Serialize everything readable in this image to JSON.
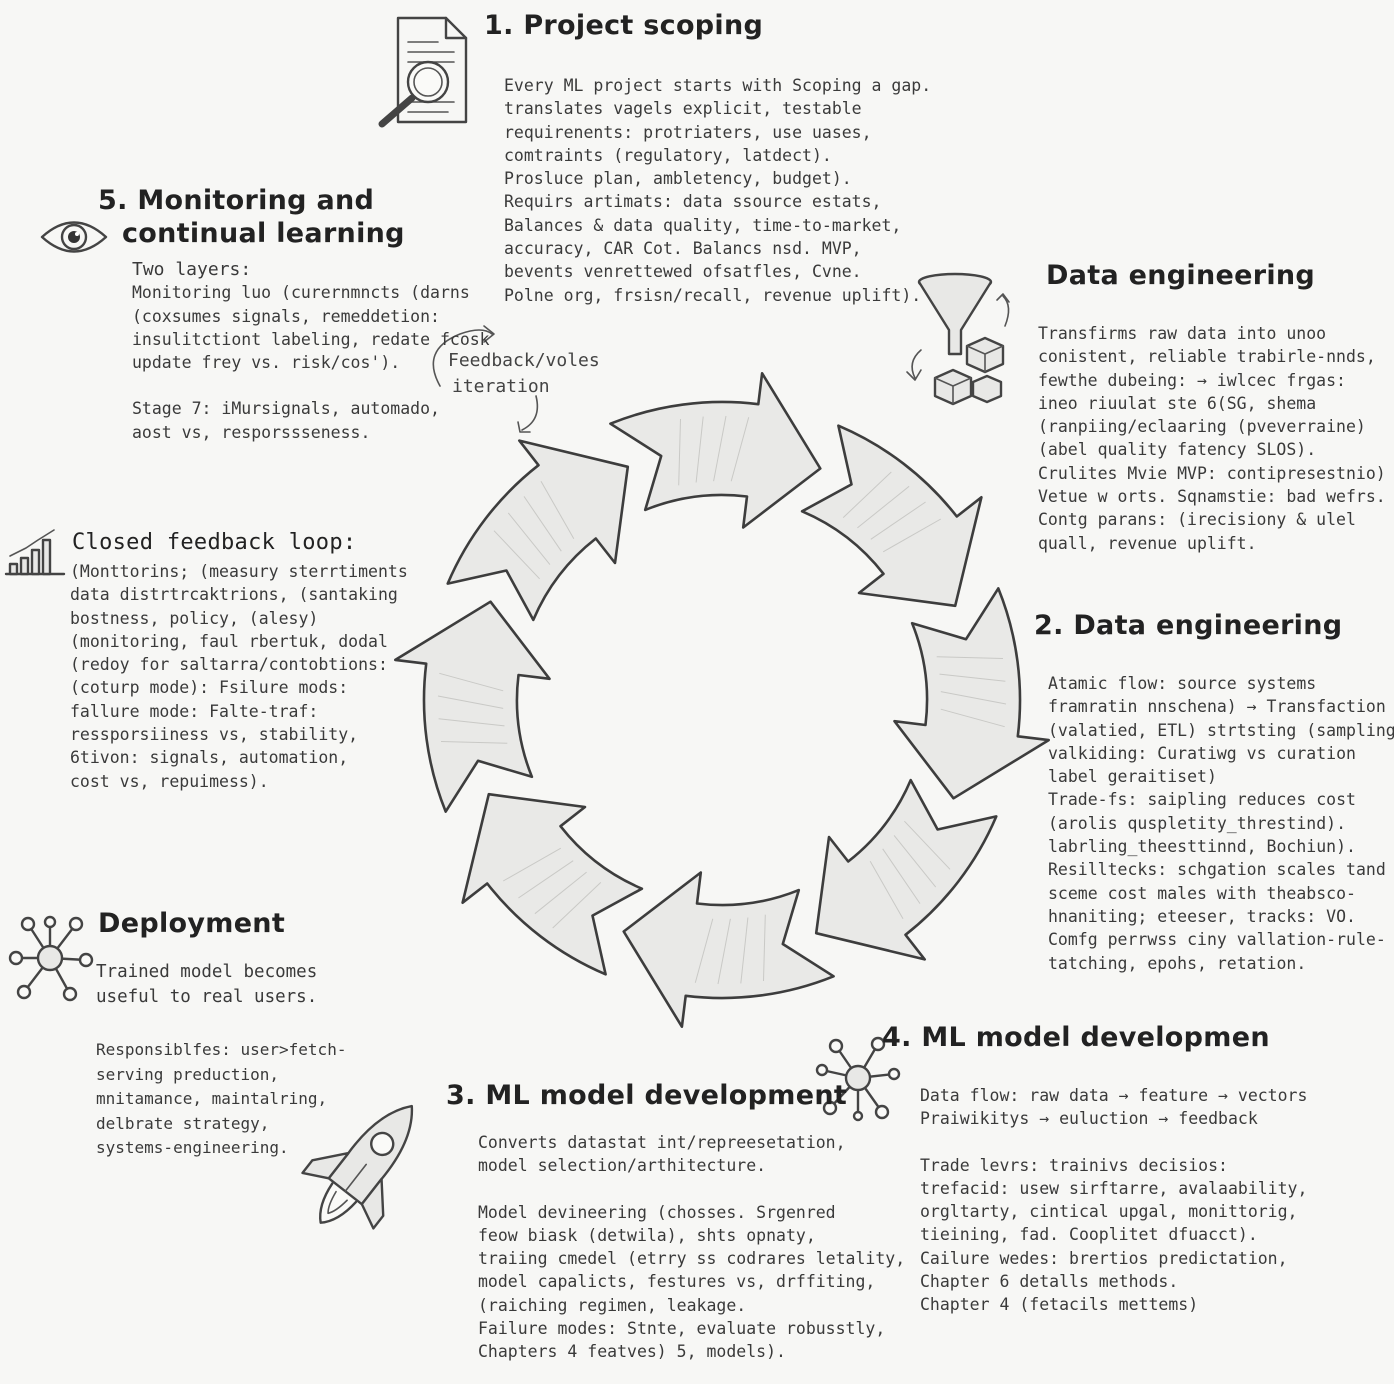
{
  "sections": {
    "project_scoping": {
      "title": "1. Project scoping",
      "lines": [
        "Every ML project starts with Scoping a gap.",
        "translates vagels explicit, testable",
        "requirenents: protriaters, use uases,",
        "comtraints (regulatory, latdect).",
        "Prosluce plan, ambletency, budget).",
        "Requirs artimats: data ssource estats,",
        "Balances & data quality, time-to-market,",
        "accuracy, CAR Cot. Balancs nsd. MVP,",
        "bevents venrettewed ofsatfles, Cvne.",
        "Polne org, frsisn/recall, revenue uplift)."
      ]
    },
    "data_engineering_top": {
      "title": "Data engineering",
      "lines": [
        "Transfirms raw data into unoo",
        "conistent, reliable trabirle-nnds,",
        "fewthe dubeing: → iwlcec frgas:",
        "ineo riuulat ste 6(SG, shema",
        "(ranpiing/eclaaring (pveverraine)",
        "(abel quality fatency SLOS).",
        "Crulites Mvie MVP: contipresestnio)",
        "Vetue w orts. Sqnamstie: bad wefrs.",
        "Contg parans: (irecisiony & ulel",
        "quall, revenue uplift."
      ]
    },
    "data_engineering_2": {
      "title": "2. Data engineering",
      "lines": [
        "Atamic flow: source systems",
        "framratin nnschena) → Transfaction",
        "(valatied, ETL) strtsting (sampling,",
        "valkiding: Curatiwg vs curation",
        "label geraitiset)",
        "Trade-fs: saipling reduces cost",
        "(arolis quspletity_threstind).",
        "labrling_theesttinnd, Bochiun).",
        "Resilltecks: schgation scales tand",
        "sceme cost males with theabsco-",
        "hnaniting; eteeser, tracks: VO.",
        "Comfg perrwss ciny vallation-rule-",
        "tatching, epohs, retation."
      ]
    },
    "ml_model_dev_4": {
      "title": "4. ML model developmen",
      "lines": [
        "Data flow: raw data → feature → vectors",
        "Praiwikitys → euluction → feedback",
        "",
        "Trade levrs: trainivs decisios:",
        "trefacid: usew sirftarre, avalaability,",
        "orgltarty, cintical upgal, monittorig,",
        "tieining, fad. Cooplitet dfuacct).",
        "Cailure wedes: brertios predictation,",
        "Chapter 6 detalls methods.",
        "Chapter 4 (fetacils mettems)"
      ]
    },
    "ml_model_dev_3": {
      "title": "3. ML model development",
      "lines": [
        "Converts datastat int/repreesetation,",
        "model selection/arthitecture.",
        "",
        "Model devineering (chosses. Srgenred",
        "feow biask (detwila), shts opnaty,",
        "traiing cmedel (etrry ss codrares letality,",
        "model capalicts, festures vs, drffiting,",
        "(raiching regimen, leakage.",
        "Failure modes: Stnte, evaluate robusstly,",
        "Chapters 4 featves) 5, models)."
      ]
    },
    "deployment": {
      "title": "Deployment",
      "lines": [
        "Trained model becomes",
        "useful to real users.",
        "",
        "Responsiblfes: user>fetch-",
        "serving preduction,",
        "mnitamance, maintalring,",
        "delbrate strategy,",
        "systems-engineering."
      ]
    },
    "closed_feedback": {
      "title": "Closed feedback loop:",
      "lines": [
        "(Monttorins; (measury sterrtiments",
        "data distrtrcaktrions, (santaking",
        "bostness, policy, (alesy)",
        "(monitoring, faul rbertuk, dodal",
        "(redoy for saltarra/contobtions:",
        "(coturp mode): Fsilure mods:",
        "fallure mode: Falte-traf:",
        "ressporsiiness vs, stability,",
        "6tivon: signals, automation,",
        "cost vs, repuimess)."
      ]
    },
    "monitoring": {
      "title_line1": "5. Monitoring and",
      "title_line2": "continual learning",
      "lines": [
        "Two layers:",
        "Monitoring luo (curernmncts (darns",
        "(coxsumes signals, remeddetion:",
        "insulitctiont labeling, redate fcosk",
        "update frey vs. risk/cos').",
        "",
        "Stage 7: iMursignals, automado,",
        "aost vs, resporssseness."
      ]
    }
  },
  "feedback_label": {
    "line1": "Feedback/voles",
    "line2": "iteration"
  },
  "icons": {
    "project_scoping": "document-magnifier-icon",
    "monitoring": "eye-icon",
    "data_engineering": "funnel-cubes-icon",
    "closed_feedback": "bar-chart-icon",
    "deployment": "network-icon",
    "rocket": "rocket-icon",
    "ml_model_dev": "network-icon"
  },
  "colors": {
    "ink": "#2b2b2b",
    "paper": "#f7f7f5",
    "arrow_fill": "#e9e9e7"
  }
}
